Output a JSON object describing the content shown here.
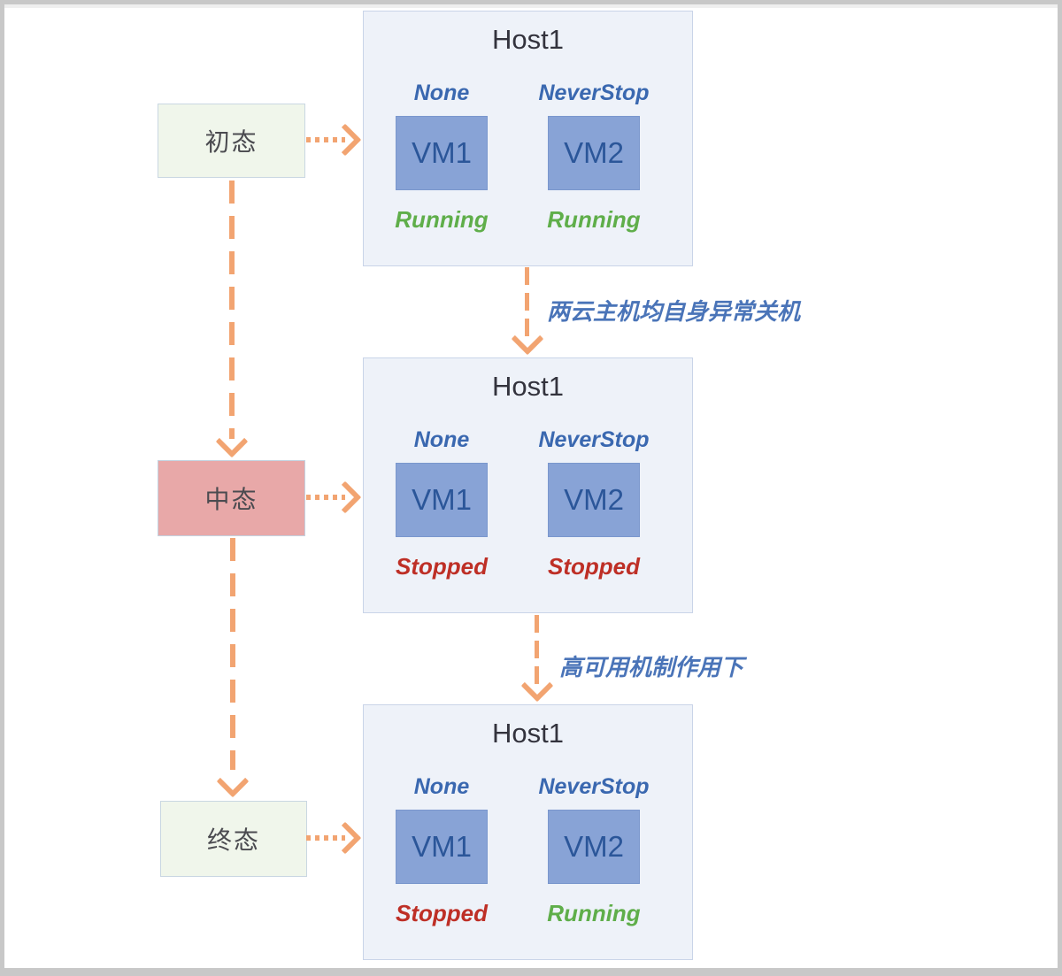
{
  "colors": {
    "arrow_orange": "#F2A471",
    "panel_bg": "#EEF2F9",
    "panel_border": "#C9D4E8",
    "vm_fill": "#88A3D6",
    "vm_text": "#2B5699",
    "policy_blue": "#3A68B0",
    "running_green": "#5FAE4A",
    "stopped_red": "#BE2F26",
    "state_green_bg": "#F0F6EB",
    "state_pink_bg": "#E8A8A8",
    "transition_label_blue": "#4A74B8"
  },
  "states": [
    {
      "id": "initial",
      "label": "初态",
      "variant": "green"
    },
    {
      "id": "middle",
      "label": "中态",
      "variant": "pink"
    },
    {
      "id": "final",
      "label": "终态",
      "variant": "green"
    }
  ],
  "hosts": [
    {
      "title": "Host1",
      "vms": [
        {
          "name": "VM1",
          "policy": "None",
          "status": "Running",
          "status_color": "#5FAE4A"
        },
        {
          "name": "VM2",
          "policy": "NeverStop",
          "status": "Running",
          "status_color": "#5FAE4A"
        }
      ]
    },
    {
      "title": "Host1",
      "vms": [
        {
          "name": "VM1",
          "policy": "None",
          "status": "Stopped",
          "status_color": "#BE2F26"
        },
        {
          "name": "VM2",
          "policy": "NeverStop",
          "status": "Stopped",
          "status_color": "#BE2F26"
        }
      ]
    },
    {
      "title": "Host1",
      "vms": [
        {
          "name": "VM1",
          "policy": "None",
          "status": "Stopped",
          "status_color": "#BE2F26"
        },
        {
          "name": "VM2",
          "policy": "NeverStop",
          "status": "Running",
          "status_color": "#5FAE4A"
        }
      ]
    }
  ],
  "transitions": [
    {
      "label": "两云主机均自身异常关机"
    },
    {
      "label": "高可用机制作用下"
    }
  ]
}
